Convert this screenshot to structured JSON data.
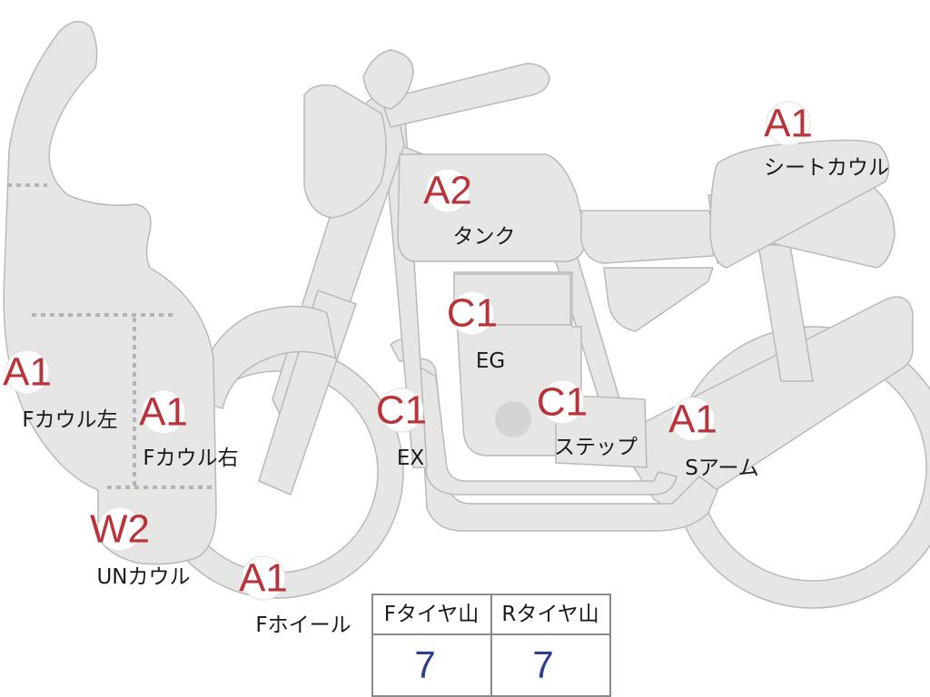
{
  "colors": {
    "body_fill": "#e6e6e4",
    "outline": "#b9b9b7",
    "grade_text": "#b8333a",
    "tire_value": "#2b3f8f"
  },
  "parts": [
    {
      "id": "f-cowl-left",
      "grade": "A1",
      "label": "Fカウル左"
    },
    {
      "id": "f-cowl-right",
      "grade": "A1",
      "label": "Fカウル右"
    },
    {
      "id": "un-cowl",
      "grade": "W2",
      "label": "UNカウル"
    },
    {
      "id": "f-wheel",
      "grade": "A1",
      "label": "Fホイール"
    },
    {
      "id": "ex",
      "grade": "C1",
      "label": "EX"
    },
    {
      "id": "eg",
      "grade": "C1",
      "label": "EG"
    },
    {
      "id": "tank",
      "grade": "A2",
      "label": "タンク"
    },
    {
      "id": "step",
      "grade": "C1",
      "label": "ステップ"
    },
    {
      "id": "s-arm",
      "grade": "A1",
      "label": "Sアーム"
    },
    {
      "id": "seat-cowl",
      "grade": "A1",
      "label": "シートカウル"
    }
  ],
  "tires": {
    "front_label": "Fタイヤ山",
    "front_value": "7",
    "rear_label": "Rタイヤ山",
    "rear_value": "7"
  }
}
